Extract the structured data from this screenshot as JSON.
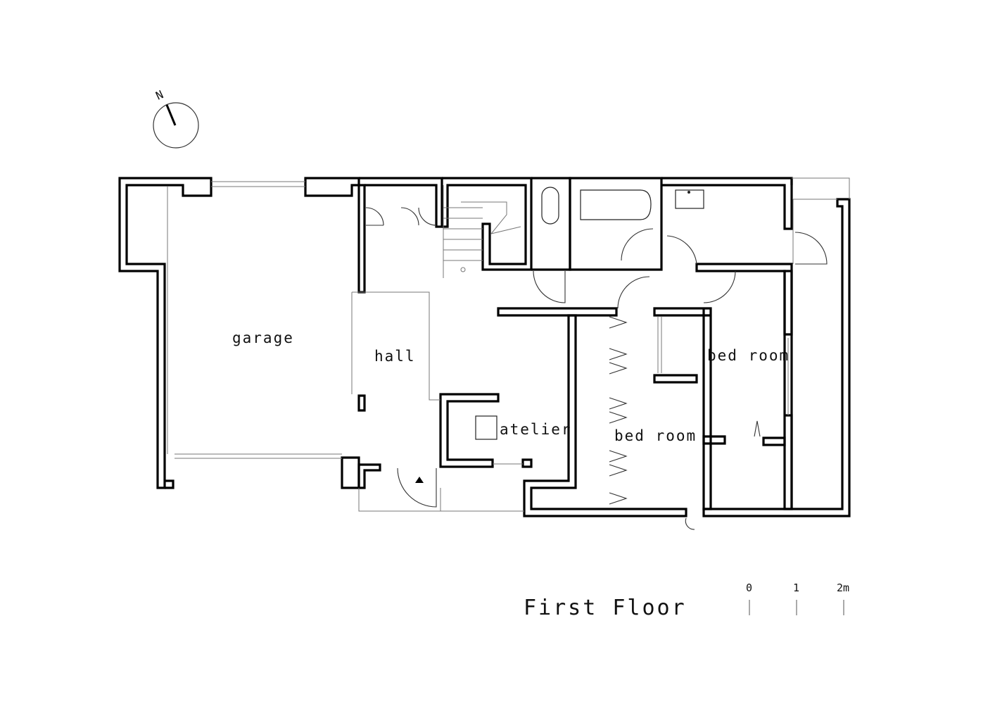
{
  "drawing": {
    "title": "First Floor",
    "north_label": "N"
  },
  "rooms": [
    {
      "id": "garage",
      "label": "garage"
    },
    {
      "id": "hall",
      "label": "hall"
    },
    {
      "id": "atelier",
      "label": "atelier"
    },
    {
      "id": "bed_room_1",
      "label": "bed room"
    },
    {
      "id": "bed_room_2",
      "label": "bed room"
    }
  ],
  "scale_bar": {
    "ticks": [
      "0",
      "1",
      "2m"
    ]
  },
  "colors": {
    "wall": "#000000",
    "line": "#777777",
    "background": "#ffffff"
  }
}
